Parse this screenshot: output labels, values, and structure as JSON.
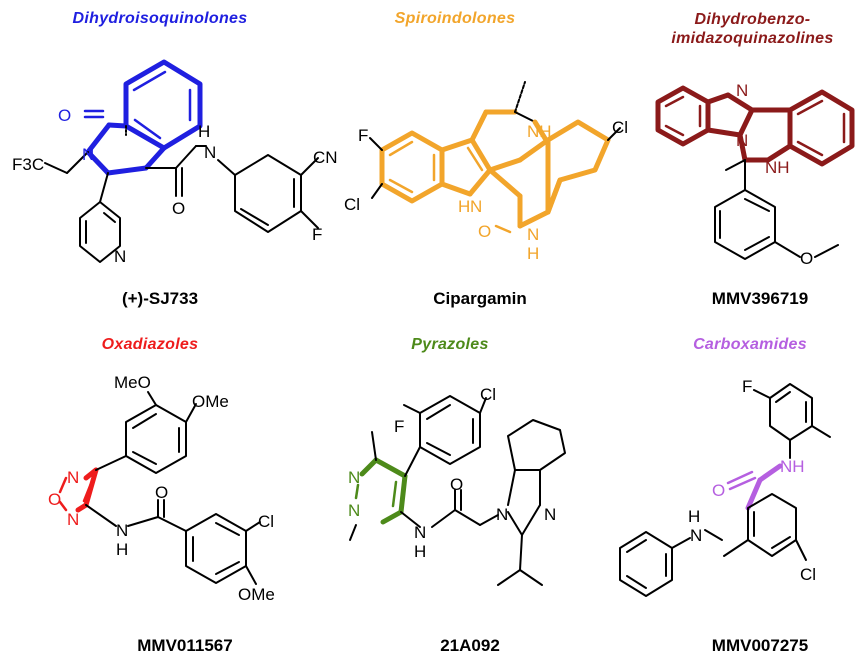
{
  "colors": {
    "dihydroisoquinolones": "#1f1fe0",
    "spiroindolones": "#f2a52b",
    "dihydrobenzoimidazoquinazolines": "#8b1a1a",
    "oxadiazoles": "#ee1c1c",
    "pyrazoles": "#4d8a1a",
    "carboxamides": "#b55fe0",
    "bond": "#000000"
  },
  "panels": [
    {
      "class_name": "Dihydroisoquinolones",
      "compound": "(+)-SJ733",
      "atom_labels": [
        "O",
        "N",
        "F3C",
        "H",
        "N",
        "CN",
        "O",
        "F",
        "N"
      ]
    },
    {
      "class_name": "Spiroindolones",
      "compound": "Cipargamin",
      "atom_labels": [
        "F",
        "Cl",
        "NH",
        "H",
        "N",
        "O",
        "N",
        "H",
        "Cl"
      ]
    },
    {
      "class_name": "Dihydrobenzo-\nimidazoquinazolines",
      "compound": "MMV396719",
      "atom_labels": [
        "N",
        "N",
        "NH",
        "O"
      ]
    },
    {
      "class_name": "Oxadiazoles",
      "compound": "MMV011567",
      "atom_labels": [
        "MeO",
        "OMe",
        "N",
        "O",
        "N",
        "O",
        "N",
        "H",
        "Cl",
        "OMe"
      ]
    },
    {
      "class_name": "Pyrazoles",
      "compound": "21A092",
      "atom_labels": [
        "F",
        "Cl",
        "N",
        "N",
        "O",
        "N",
        "H",
        "N",
        "N"
      ]
    },
    {
      "class_name": "Carboxamides",
      "compound": "MMV007275",
      "atom_labels": [
        "F",
        "O",
        "NH",
        "H",
        "N",
        "Cl"
      ]
    }
  ]
}
